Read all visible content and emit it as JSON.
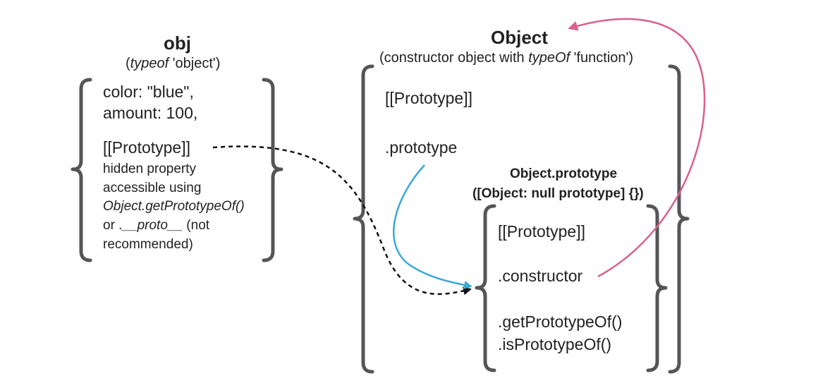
{
  "obj": {
    "title": "obj",
    "subtitle_pre": "(",
    "subtitle_italic": "typeof",
    "subtitle_post": " 'object')",
    "color_line": "color: \"blue\",",
    "amount_line": "amount: 100,",
    "prototype_slot": "[[Prototype]]",
    "hidden_line1": "hidden property",
    "hidden_line2": "accessible using",
    "hidden_line3": "Object.getPrototypeOf()",
    "hidden_line4_pre": "or .",
    "hidden_line4_italic": "__proto__",
    "hidden_line4_post": " (not",
    "hidden_line5": "recommended)"
  },
  "object_ctor": {
    "title": "Object",
    "subtitle_pre": "(constructor object with ",
    "subtitle_italic": "typeOf",
    "subtitle_post": " 'function')",
    "prototype_slot": "[[Prototype]]",
    "prototype_prop": ".prototype"
  },
  "object_prototype": {
    "title_line1": "Object.prototype",
    "title_line2": "([Object: null prototype] {})",
    "prototype_slot": "[[Prototype]]",
    "constructor_prop": ".constructor",
    "method1": ".getPrototypeOf()",
    "method2": ".isPrototypeOf()"
  },
  "colors": {
    "bracket": "#555555",
    "dashed_arrow": "#111111",
    "blue_arrow": "#3aa8d8",
    "pink_arrow": "#d9608c"
  },
  "arrows": [
    {
      "name": "obj-prototype-to-object-prototype",
      "style": "dashed",
      "from": "obj.[[Prototype]]",
      "to": "Object.prototype"
    },
    {
      "name": "prototype-to-object-prototype",
      "style": "solid-blue",
      "from": "Object.prototype_prop",
      "to": "Object.prototype"
    },
    {
      "name": "constructor-to-object",
      "style": "solid-pink",
      "from": "Object.prototype.constructor",
      "to": "Object"
    }
  ]
}
